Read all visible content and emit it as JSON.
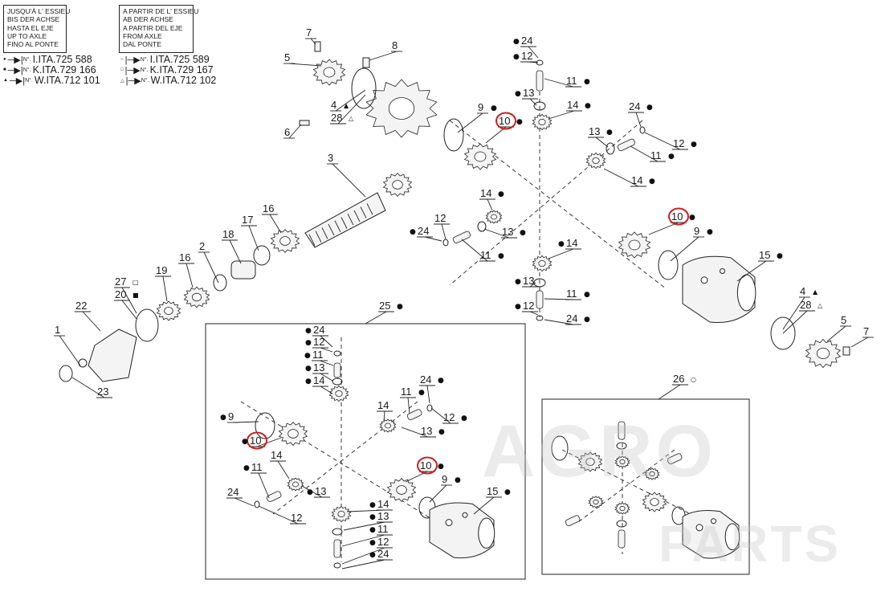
{
  "legend_left": [
    "JUSQU'À L' ESSIEU",
    "BIS DER ACHSE",
    "HASTA EL EJE",
    "UP TO AXLE",
    "FINO AL PONTE"
  ],
  "legend_right": [
    "A PARTIR DE L' ESSIEU",
    "AB DER ACHSE",
    "A PARTIR DEL EJE",
    "FROM AXLE",
    "DAL PONTE"
  ],
  "serial_prefix": "N°.",
  "codes_left": [
    "I.ITA.725 588",
    "K.ITA.729 166",
    "W.ITA.712 101"
  ],
  "codes_right": [
    "I.ITA.725 589",
    "K.ITA.729 167",
    "W.ITA.712 102"
  ],
  "symbols": [
    "●",
    "■",
    "▲",
    "○",
    "□",
    "△"
  ],
  "watermark": [
    "AGRO",
    "PARTS"
  ],
  "colors": {
    "line": "#222222",
    "highlight": "#cc1f1f",
    "watermark": "#c3c3c3"
  },
  "labels": [
    {
      "text": "1"
    },
    {
      "text": "2"
    },
    {
      "text": "3"
    },
    {
      "text": "4"
    },
    {
      "text": "4"
    },
    {
      "text": "5"
    },
    {
      "text": "5"
    },
    {
      "text": "6"
    },
    {
      "text": "7"
    },
    {
      "text": "7"
    },
    {
      "text": "8"
    },
    {
      "text": "9"
    },
    {
      "text": "9"
    },
    {
      "text": "9"
    },
    {
      "text": "9"
    },
    {
      "text": "10"
    },
    {
      "text": "10"
    },
    {
      "text": "10"
    },
    {
      "text": "10"
    },
    {
      "text": "11"
    },
    {
      "text": "11"
    },
    {
      "text": "11"
    },
    {
      "text": "11"
    },
    {
      "text": "11"
    },
    {
      "text": "11"
    },
    {
      "text": "11"
    },
    {
      "text": "11"
    },
    {
      "text": "12"
    },
    {
      "text": "12"
    },
    {
      "text": "12"
    },
    {
      "text": "12"
    },
    {
      "text": "12"
    },
    {
      "text": "12"
    },
    {
      "text": "12"
    },
    {
      "text": "12"
    },
    {
      "text": "13"
    },
    {
      "text": "13"
    },
    {
      "text": "13"
    },
    {
      "text": "13"
    },
    {
      "text": "13"
    },
    {
      "text": "13"
    },
    {
      "text": "13"
    },
    {
      "text": "13"
    },
    {
      "text": "14"
    },
    {
      "text": "14"
    },
    {
      "text": "14"
    },
    {
      "text": "14"
    },
    {
      "text": "14"
    },
    {
      "text": "14"
    },
    {
      "text": "14"
    },
    {
      "text": "14"
    },
    {
      "text": "15"
    },
    {
      "text": "15"
    },
    {
      "text": "16"
    },
    {
      "text": "16"
    },
    {
      "text": "17"
    },
    {
      "text": "18"
    },
    {
      "text": "19"
    },
    {
      "text": "20"
    },
    {
      "text": "22"
    },
    {
      "text": "23"
    },
    {
      "text": "24"
    },
    {
      "text": "24"
    },
    {
      "text": "24"
    },
    {
      "text": "24"
    },
    {
      "text": "24"
    },
    {
      "text": "24"
    },
    {
      "text": "24"
    },
    {
      "text": "24"
    },
    {
      "text": "25"
    },
    {
      "text": "26"
    },
    {
      "text": "27"
    },
    {
      "text": "28"
    },
    {
      "text": "28"
    }
  ]
}
